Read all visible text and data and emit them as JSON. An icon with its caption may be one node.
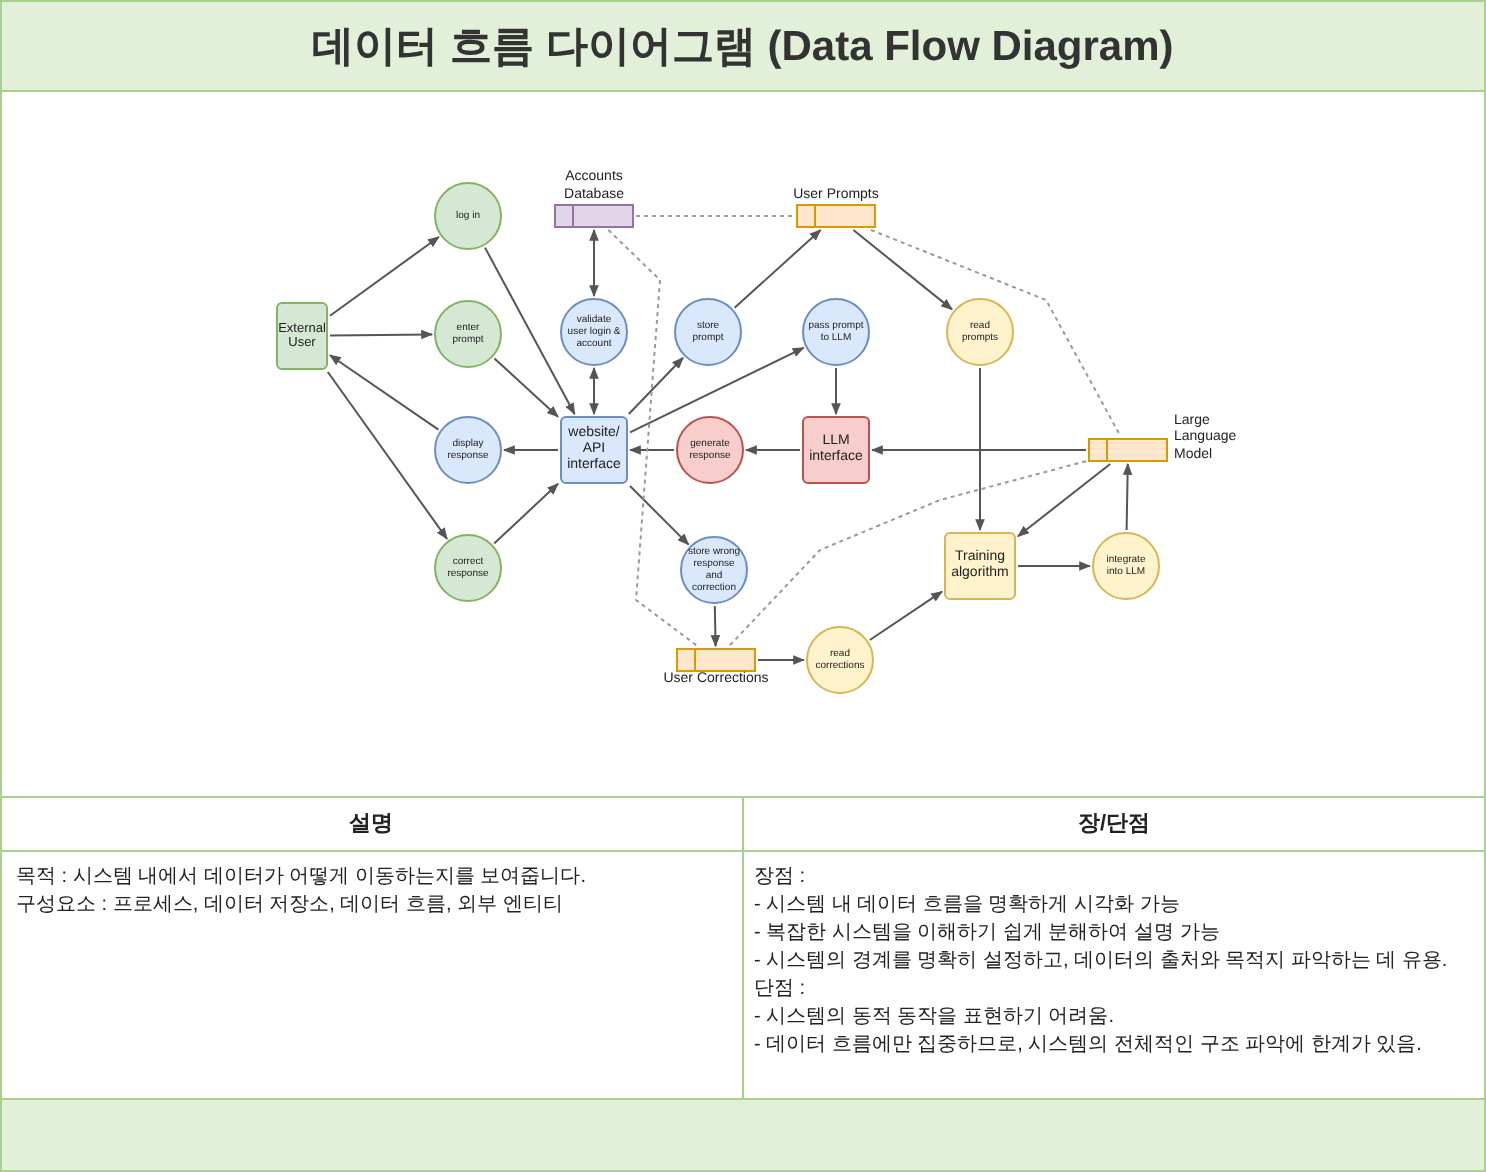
{
  "diagram": {
    "title": "데이터 흐름 다이어그램 (Data Flow Diagram)",
    "nodes": [
      {
        "text": [
          "External User"
        ]
      },
      {
        "text": [
          "log in"
        ]
      },
      {
        "text": [
          "enter prompt"
        ]
      },
      {
        "text": [
          "display response"
        ]
      },
      {
        "text": [
          "correct response"
        ]
      },
      {
        "text": [
          "Accounts Database"
        ]
      },
      {
        "text": [
          "validate user login & account"
        ]
      },
      {
        "text": [
          "website/ API interface"
        ]
      },
      {
        "text": [
          "store prompt"
        ]
      },
      {
        "text": [
          "User Prompts"
        ]
      },
      {
        "text": [
          "pass prompt to LLM"
        ]
      },
      {
        "text": [
          "generate response"
        ]
      },
      {
        "text": [
          "LLM interface"
        ]
      },
      {
        "text": [
          "read prompts"
        ]
      },
      {
        "text": [
          "Large Language Model"
        ]
      },
      {
        "text": [
          "store wrong response and correction"
        ]
      },
      {
        "text": [
          "User Corrections"
        ]
      },
      {
        "text": [
          "read corrections"
        ]
      },
      {
        "text": [
          "Training algorithm"
        ]
      },
      {
        "text": [
          "integrate into LLM"
        ]
      }
    ],
    "edges": [
      {
        "from": 0,
        "to": 1,
        "arrow": "to"
      },
      {
        "from": 0,
        "to": 2,
        "arrow": "to"
      },
      {
        "from": 3,
        "to": 0,
        "arrow": "to"
      },
      {
        "from": 0,
        "to": 4,
        "arrow": "to"
      },
      {
        "from": 1,
        "to": 7,
        "arrow": "to"
      },
      {
        "from": 2,
        "to": 7,
        "arrow": "to"
      },
      {
        "from": 4,
        "to": 7,
        "arrow": "to"
      },
      {
        "from": 7,
        "to": 3,
        "arrow": "to"
      },
      {
        "from": 5,
        "to": 6,
        "arrow": "both"
      },
      {
        "from": 6,
        "to": 7,
        "arrow": "both"
      },
      {
        "from": 7,
        "to": 8,
        "arrow": "to"
      },
      {
        "from": 8,
        "to": 9,
        "arrow": "to"
      },
      {
        "from": 7,
        "to": 10,
        "arrow": "to"
      },
      {
        "from": 10,
        "to": 12,
        "arrow": "to"
      },
      {
        "from": 12,
        "to": 11,
        "arrow": "to"
      },
      {
        "from": 11,
        "to": 7,
        "arrow": "to"
      },
      {
        "from": 7,
        "to": 15,
        "arrow": "to"
      },
      {
        "from": 15,
        "to": 16,
        "arrow": "to"
      },
      {
        "from": 9,
        "to": 13,
        "arrow": "to"
      },
      {
        "from": 13,
        "to": 18,
        "arrow": "to"
      },
      {
        "from": 14,
        "to": 12,
        "arrow": "to"
      },
      {
        "from": 14,
        "to": 18,
        "arrow": "to"
      },
      {
        "from": 16,
        "to": 17,
        "arrow": "to"
      },
      {
        "from": 17,
        "to": 18,
        "arrow": "to"
      },
      {
        "from": 18,
        "to": 19,
        "arrow": "to"
      },
      {
        "from": 19,
        "to": 14,
        "arrow": "to"
      },
      {
        "from": 5,
        "to": 9,
        "arrow": "none",
        "style": "dashed",
        "color": "#999999"
      },
      {
        "from": 5,
        "to": 16,
        "arrow": "none",
        "style": "dashed",
        "color": "#999999"
      },
      {
        "from": 9,
        "to": 14,
        "arrow": "none",
        "style": "dashed",
        "color": "#999999"
      },
      {
        "from": 14,
        "to": 16,
        "arrow": "none",
        "style": "dashed",
        "color": "#999999"
      }
    ],
    "labels": [
      "설명",
      "장/단점",
      "목적 : 시스템 내에서 데이터가 어떻게 이동하는지를 보여줍니다.",
      "구성요소 : 프로세스, 데이터 저장소, 데이터 흐름, 외부 엔티티",
      "장점 :",
      "-  시스템 내 데이터 흐름을 명확하게 시각화 가능",
      "-  복잡한 시스템을 이해하기 쉽게 분해하여 설명 가능",
      "-  시스템의 경계를 명확히 설정하고, 데이터의 출처와 목적지 파악하는 데 유용.",
      "단점 :",
      "-  시스템의 동적 동작을 표현하기 어려움.",
      "-  데이터 흐름에만 집중하므로, 시스템의 전체적인 구조 파악에 한계가 있음."
    ]
  }
}
